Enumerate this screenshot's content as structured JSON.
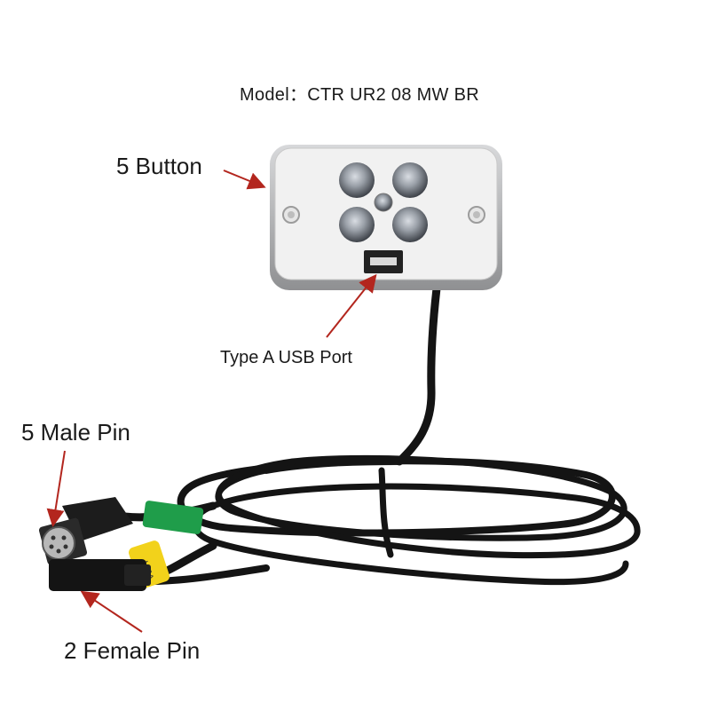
{
  "labels": {
    "model": "Model：CTR UR2 08 MW BR",
    "five_button": "5 Button",
    "usb_port": "Type A USB Port",
    "male_pin": "5 Male Pin",
    "female_pin": "2 Female Pin"
  },
  "tags": {
    "yellow_tag_text": "HEA"
  },
  "colors": {
    "arrow": "#b3261e",
    "cable": "#141414",
    "green_tag": "#1f9d4a",
    "yellow_tag": "#f2d21b",
    "panel_frame": "#b9babc",
    "panel_face": "#f1f1f1"
  }
}
